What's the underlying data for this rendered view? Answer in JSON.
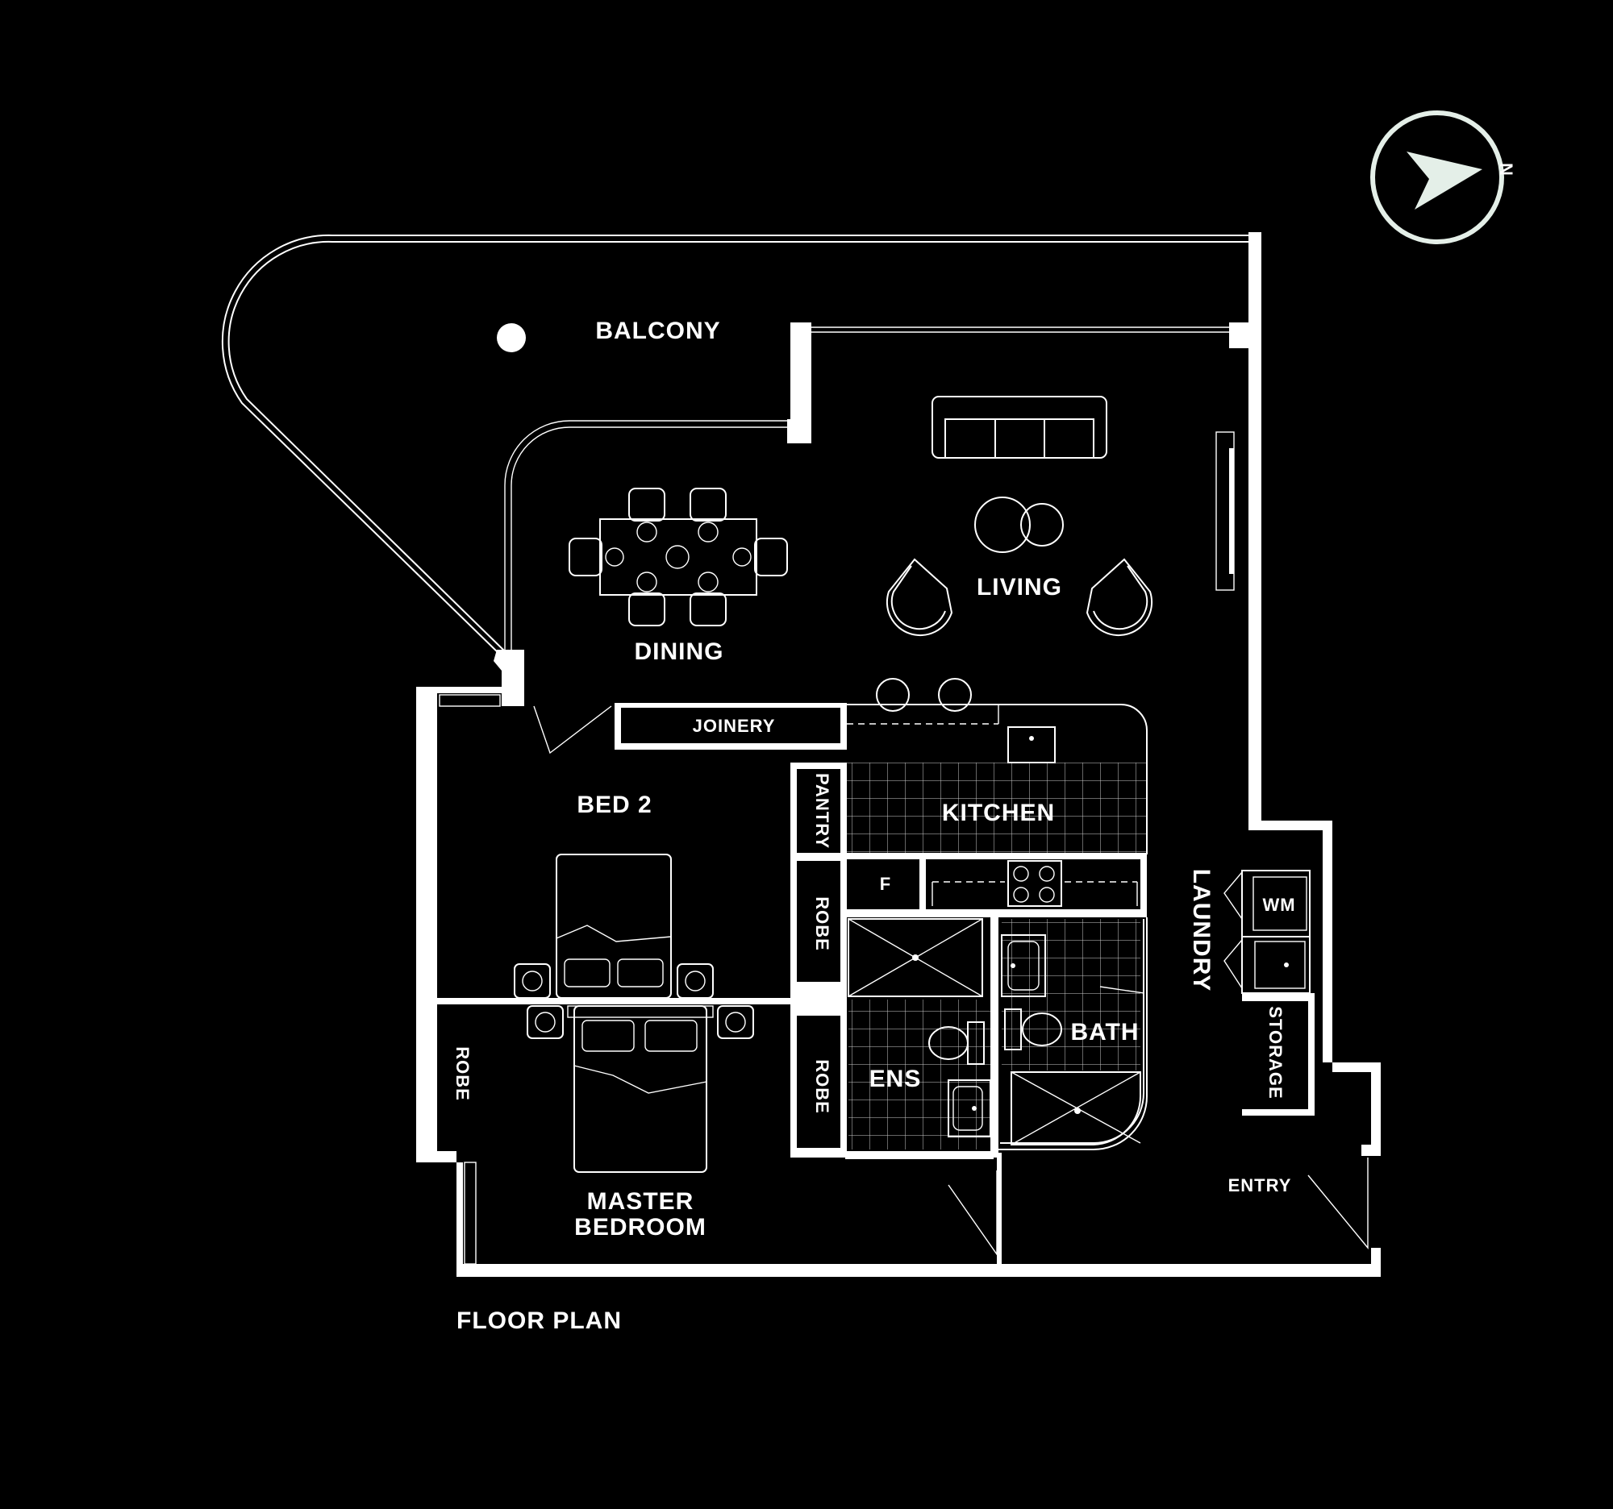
{
  "labels": {
    "balcony": "BALCONY",
    "living": "LIVING",
    "dining": "DINING",
    "joinery": "JOINERY",
    "bed2": "BED 2",
    "kitchen": "KITCHEN",
    "pantry": "PANTRY",
    "fridge": "F",
    "robe_bed2": "ROBE",
    "robe_master_left": "ROBE",
    "robe_master_right": "ROBE",
    "laundry": "LAUNDRY",
    "wm": "WM",
    "storage": "STORAGE",
    "bath": "BATH",
    "ens": "ENS",
    "master_line1": "MASTER",
    "master_line2": "BEDROOM",
    "entry": "ENTRY",
    "compass": "N",
    "plan_title": "FLOOR PLAN"
  },
  "icons": [
    "compass-icon",
    "sofa-icon",
    "armchair-icon",
    "coffee-table-icon",
    "dining-table-icon",
    "bed-icon",
    "toilet-icon",
    "basin-icon",
    "cooktop-icon",
    "shower-icon",
    "door-swing-icon",
    "column-icon"
  ],
  "colors": {
    "background": "#000000",
    "line": "#ffffff"
  }
}
